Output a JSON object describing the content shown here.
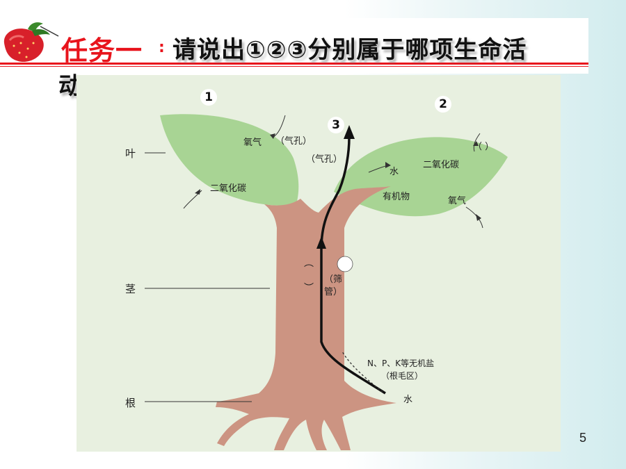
{
  "slide": {
    "title_task": "任务一",
    "title_colon": ":",
    "title_question": "请说出①②③分别属于哪项生命活",
    "title_wrap": "动",
    "page_number": "5"
  },
  "diagram": {
    "markers": {
      "one": "1",
      "two": "2",
      "three": "3"
    },
    "organs": {
      "leaf": "叶",
      "stem": "茎",
      "root": "根"
    },
    "left_leaf": {
      "oxygen": "氧气",
      "stomata_1": "（气孔）",
      "stomata_2": "（气孔）",
      "co2": "二氧化碳"
    },
    "right_leaf": {
      "blank": "（      ）",
      "water": "水",
      "co2": "二氧化碳",
      "organic": "有机物",
      "oxygen": "氧气"
    },
    "stem": {
      "blank_paren": "︵\n\n︶",
      "sieve_tube": "（筛\n管）"
    },
    "root": {
      "minerals": "N、P、K等无机盐",
      "root_hair": "（根毛区）",
      "water": "水"
    }
  },
  "colors": {
    "title_red": "#e8141c",
    "leaf_green": "#a8d494",
    "stem_brown": "#cc9482",
    "diagram_bg": "#e8f0e0"
  }
}
